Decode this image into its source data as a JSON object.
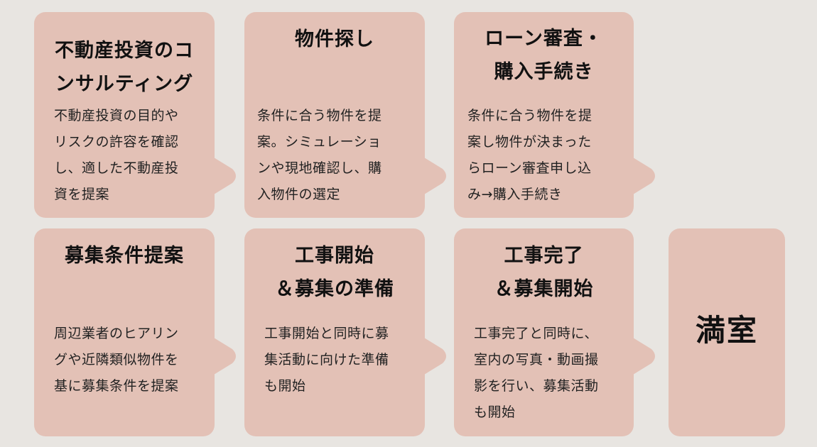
{
  "colors": {
    "background": "#e8e5e1",
    "box_fill": "#e3c1b6",
    "title_text": "#111111",
    "body_text": "#222222"
  },
  "steps": [
    {
      "title": "不動産投資のコ\nンサルティング",
      "body": "不動産投資の目的や\nリスクの許容を確認\nし、適した不動産投\n資を提案"
    },
    {
      "title": "物件探し",
      "body": "条件に合う物件を提\n案。シミュレーショ\nンや現地確認し、購\n入物件の選定"
    },
    {
      "title": "ローン審査・\n購入手続き",
      "body": "条件に合う物件を提\n案し物件が決まった\nらローン審査申し込\nみ→購入手続き"
    },
    {
      "title": "募集条件提案",
      "body": "周辺業者のヒアリン\nグや近隣類似物件を\n基に募集条件を提案"
    },
    {
      "title": "工事開始\n＆募集の準備",
      "body": "工事開始と同時に募\n集活動に向けた準備\nも開始"
    },
    {
      "title": "工事完了\n＆募集開始",
      "body": "工事完了と同時に、\n室内の写真・動画撮\n影を行い、募集活動\nも開始"
    }
  ],
  "final_step": {
    "title": "満室"
  },
  "connectors": {
    "icon": "arrow-right-icon"
  }
}
